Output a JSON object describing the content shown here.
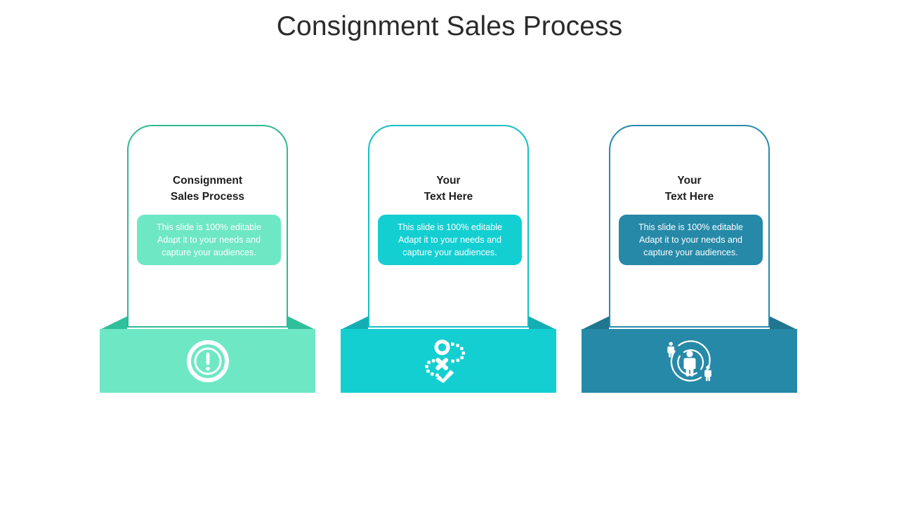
{
  "slide": {
    "title": "Consignment Sales Process",
    "background_color": "#ffffff",
    "title_color": "#2b2b2b"
  },
  "cards": [
    {
      "heading": "Consignment\nSales Process",
      "body_text": "This slide is 100% editable\nAdapt it to your needs and\ncapture your audiences.",
      "icon": "alert-circle-icon",
      "outline_color": "#2fb894",
      "ribbon_color": "#6ee7c5",
      "ribbon_fold_color": "#2fbf9b",
      "textbox_color": "#6ee7c5",
      "text_color": "#ffffff"
    },
    {
      "heading": "Your\nText Here",
      "body_text": "This slide is 100% editable\nAdapt it to your needs and\ncapture your audiences.",
      "icon": "strategy-path-icon",
      "outline_color": "#13bfc4",
      "ribbon_color": "#14cfd1",
      "ribbon_fold_color": "#13aeb3",
      "textbox_color": "#14cfd1",
      "text_color": "#ffffff"
    },
    {
      "heading": "Your\nText Here",
      "body_text": "This slide is 100% editable\nAdapt it to your needs and\ncapture your audiences.",
      "icon": "people-network-icon",
      "outline_color": "#2a8aab",
      "ribbon_color": "#2689a8",
      "ribbon_fold_color": "#20768f",
      "textbox_color": "#2689a8",
      "text_color": "#ffffff"
    }
  ]
}
